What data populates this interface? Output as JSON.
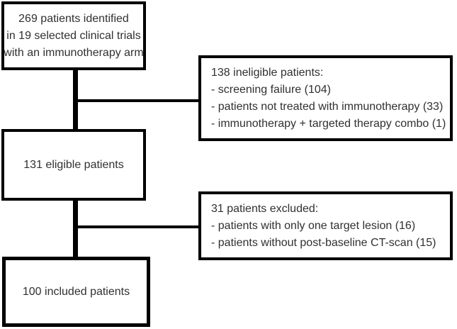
{
  "colors": {
    "border": "#000000",
    "text": "#303030",
    "background": "#ffffff",
    "connector": "#000000"
  },
  "flowchart": {
    "identified_box": {
      "lines": [
        "269 patients identified",
        "in 19 selected clinical trials",
        "with an immunotherapy arm"
      ]
    },
    "ineligible_box": {
      "lines": [
        "138 ineligible patients:",
        "- screening failure (104)",
        "- patients not treated with immunotherapy (33)",
        "- immunotherapy + targeted therapy combo (1)"
      ]
    },
    "eligible_box": {
      "lines": [
        "131 eligible patients"
      ]
    },
    "excluded_box": {
      "lines": [
        "31 patients excluded:",
        "- patients with only one target lesion (16)",
        "- patients without post-baseline CT-scan (15)"
      ]
    },
    "included_box": {
      "lines": [
        "100 included patients"
      ]
    }
  }
}
